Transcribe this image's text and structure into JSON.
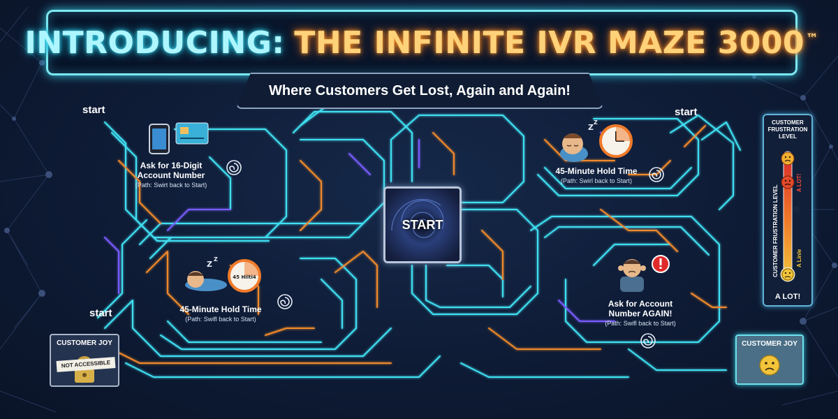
{
  "title": {
    "part1": "INTRODUCING:",
    "part2": "THE INFINITE IVR MAZE 3000",
    "trademark": "™"
  },
  "subtitle": "Where Customers Get Lost, Again and Again!",
  "start_labels": [
    "start",
    "start",
    "start"
  ],
  "center": {
    "label": "START"
  },
  "nodes": [
    {
      "main": "Ask for 16-Digit\nAccount Number",
      "path": "(Path: Swirt back to Start)"
    },
    {
      "main": "45-Minute Hold Time",
      "path": "(Path: Swirl back to Start)"
    },
    {
      "main": "45-Minute Hold Time",
      "path": "(Path: Swifl back to Start)"
    },
    {
      "main": "Ask for Account\nNumber AGAIN!",
      "path": "(Path: Swifl back to Start)"
    }
  ],
  "clock_face_text": "45 Hilti4",
  "customer_joy_left": {
    "title": "CUSTOMER JOY",
    "stamp": "NOT ACCESSIBLE"
  },
  "customer_joy_right": {
    "title": "CUSTOMER JOY"
  },
  "frustration_meter": {
    "title": "CUSTOMER FRUSTRATION LEVEL",
    "axis_label": "CUSTOMER FRUSTRATION LEVEL",
    "top_label": "A LOT!",
    "middle_label": "A Linle",
    "bottom_label": "A LOT!"
  },
  "colors": {
    "background": "#0e1b35",
    "cyan": "#3fe0f2",
    "orange": "#f08a2a",
    "purple": "#7a5cff",
    "title_cyan": "#aef6ff",
    "title_orange": "#ffd27a"
  }
}
